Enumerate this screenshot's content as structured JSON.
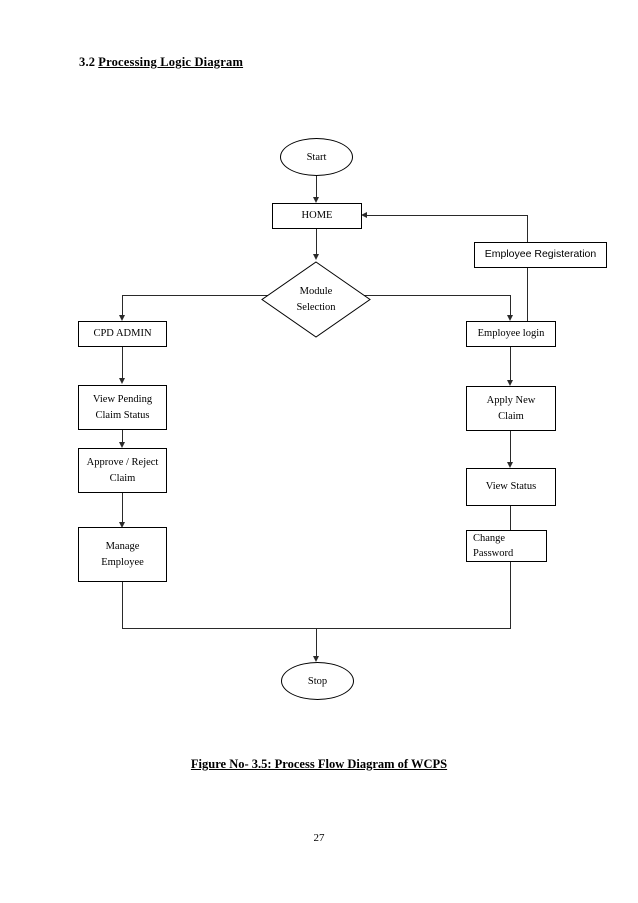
{
  "document": {
    "section_number": "3.2",
    "section_title": "Processing Logic Diagram",
    "figure_caption": "Figure No- 3.5: Process Flow Diagram of WCPS",
    "page_number": "27"
  },
  "flowchart": {
    "nodes": {
      "start": {
        "label": "Start",
        "shape": "terminator"
      },
      "home": {
        "label": "HOME",
        "shape": "process"
      },
      "module_selection": {
        "label_line1": "Module",
        "label_line2": "Selection",
        "shape": "decision"
      },
      "employee_registeration": {
        "label": "Employee Registeration",
        "shape": "process"
      },
      "cpd_admin": {
        "label": "CPD ADMIN",
        "shape": "process"
      },
      "employee_login": {
        "label": "Employee login",
        "shape": "process"
      },
      "view_pending_claim_status": {
        "label_line1": "View Pending",
        "label_line2": "Claim Status",
        "shape": "process"
      },
      "apply_new_claim": {
        "label_line1": "Apply New",
        "label_line2": "Claim",
        "shape": "process"
      },
      "approve_reject_claim": {
        "label_line1": "Approve / Reject",
        "label_line2": "Claim",
        "shape": "process"
      },
      "view_status": {
        "label": "View Status",
        "shape": "process"
      },
      "manage_employee": {
        "label_line1": "Manage",
        "label_line2": "Employee",
        "shape": "process"
      },
      "change_password": {
        "label_line1": "Change",
        "label_line2": "Password",
        "shape": "process"
      },
      "stop": {
        "label": "Stop",
        "shape": "terminator"
      }
    },
    "colors": {
      "line": "#2a2a2a",
      "node_border": "#000000",
      "node_fill": "#ffffff",
      "text": "#000000"
    }
  }
}
